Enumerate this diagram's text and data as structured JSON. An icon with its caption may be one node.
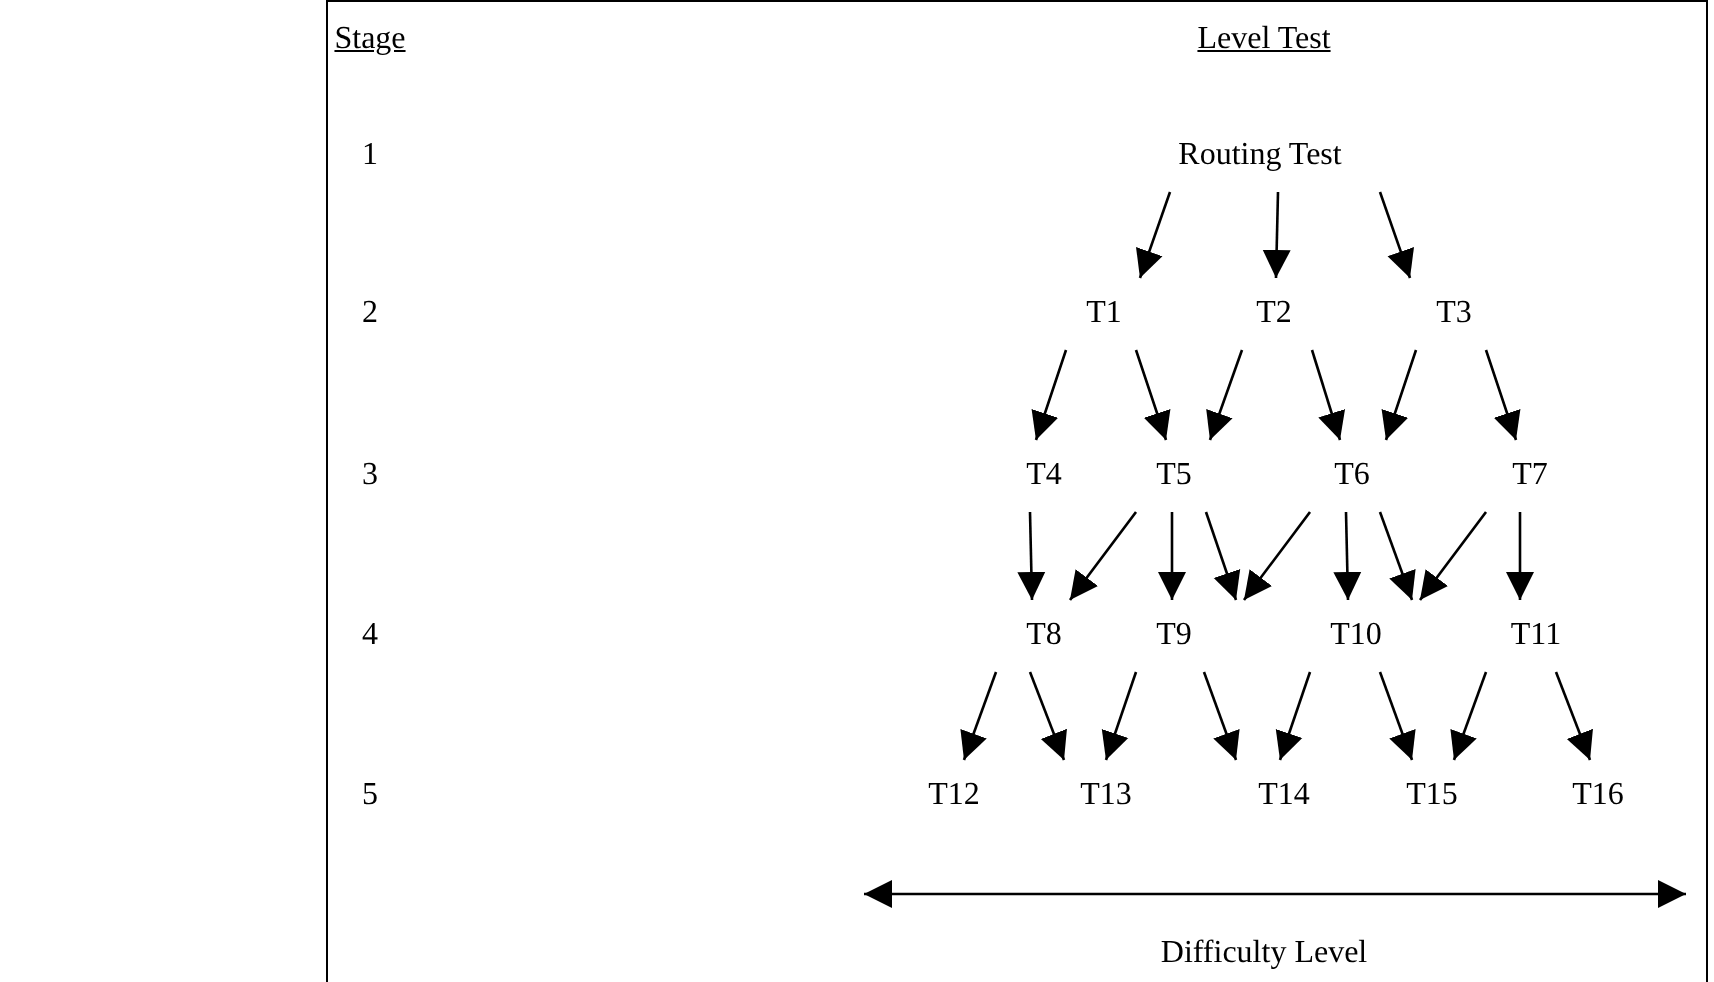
{
  "diagram": {
    "nodes": [
      {
        "text": [
          "Routing Test"
        ]
      },
      {
        "text": [
          "T1"
        ]
      },
      {
        "text": [
          "T2"
        ]
      },
      {
        "text": [
          "T3"
        ]
      },
      {
        "text": [
          "T4"
        ]
      },
      {
        "text": [
          "T5"
        ]
      },
      {
        "text": [
          "T6"
        ]
      },
      {
        "text": [
          "T7"
        ]
      },
      {
        "text": [
          "T8"
        ]
      },
      {
        "text": [
          "T9"
        ]
      },
      {
        "text": [
          "T10"
        ]
      },
      {
        "text": [
          "T11"
        ]
      },
      {
        "text": [
          "T12"
        ]
      },
      {
        "text": [
          "T13"
        ]
      },
      {
        "text": [
          "T14"
        ]
      },
      {
        "text": [
          "T15"
        ]
      },
      {
        "text": [
          "T16"
        ]
      }
    ],
    "edges": [
      {
        "from": 0,
        "to": 1,
        "arrow": "to"
      },
      {
        "from": 0,
        "to": 2,
        "arrow": "to"
      },
      {
        "from": 0,
        "to": 3,
        "arrow": "to"
      },
      {
        "from": 1,
        "to": 4,
        "arrow": "to"
      },
      {
        "from": 1,
        "to": 5,
        "arrow": "to"
      },
      {
        "from": 2,
        "to": 5,
        "arrow": "to"
      },
      {
        "from": 2,
        "to": 6,
        "arrow": "to"
      },
      {
        "from": 3,
        "to": 6,
        "arrow": "to"
      },
      {
        "from": 3,
        "to": 7,
        "arrow": "to"
      },
      {
        "from": 4,
        "to": 8,
        "arrow": "to"
      },
      {
        "from": 5,
        "to": 8,
        "arrow": "to"
      },
      {
        "from": 5,
        "to": 9,
        "arrow": "to"
      },
      {
        "from": 5,
        "to": 9,
        "arrow": "to"
      },
      {
        "from": 6,
        "to": 9,
        "arrow": "to"
      },
      {
        "from": 6,
        "to": 10,
        "arrow": "to"
      },
      {
        "from": 6,
        "to": 10,
        "arrow": "to"
      },
      {
        "from": 7,
        "to": 10,
        "arrow": "to"
      },
      {
        "from": 7,
        "to": 11,
        "arrow": "to"
      },
      {
        "from": 8,
        "to": 12,
        "arrow": "to"
      },
      {
        "from": 8,
        "to": 13,
        "arrow": "to"
      },
      {
        "from": 9,
        "to": 13,
        "arrow": "to"
      },
      {
        "from": 9,
        "to": 14,
        "arrow": "to"
      },
      {
        "from": 10,
        "to": 14,
        "arrow": "to"
      },
      {
        "from": 10,
        "to": 15,
        "arrow": "to"
      },
      {
        "from": 11,
        "to": 15,
        "arrow": "to"
      },
      {
        "from": 11,
        "to": 16,
        "arrow": "to"
      }
    ],
    "labels": [
      "Stage",
      "Level Test",
      "1",
      "2",
      "3",
      "4",
      "5",
      "Difficulty Level"
    ]
  }
}
